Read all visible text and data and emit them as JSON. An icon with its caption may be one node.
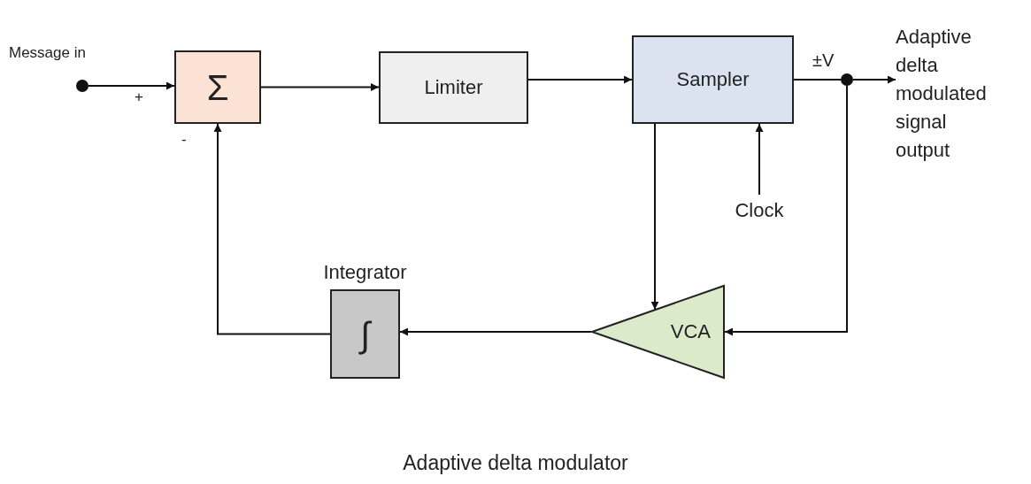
{
  "diagram": {
    "caption": "Adaptive delta modulator",
    "nodes": [
      {
        "text": [],
        "shape": "circle"
      },
      {
        "text": [
          "Σ"
        ]
      },
      {
        "text": [
          "Limiter"
        ]
      },
      {
        "text": [
          "Sampler"
        ]
      },
      {
        "text": [
          "Clock"
        ]
      },
      {
        "text": [],
        "shape": "circle"
      },
      {
        "text": [
          "Adaptive delta modulated signal output"
        ]
      },
      {
        "text": [
          "VCA"
        ]
      },
      {
        "text": [
          "Integrator",
          "∫"
        ]
      }
    ],
    "edges": [
      {
        "from": 0,
        "to": 1,
        "arrow": "to"
      },
      {
        "from": 1,
        "to": 2,
        "arrow": "to"
      },
      {
        "from": 2,
        "to": 3,
        "arrow": "to"
      },
      {
        "from": 4,
        "to": 3,
        "arrow": "to"
      },
      {
        "from": 3,
        "to": 5,
        "arrow": "none"
      },
      {
        "from": 5,
        "to": 6,
        "arrow": "to"
      },
      {
        "from": 5,
        "to": 7,
        "arrow": "to"
      },
      {
        "from": 3,
        "to": 7,
        "arrow": "to"
      },
      {
        "from": 7,
        "to": 8,
        "arrow": "to"
      },
      {
        "from": 8,
        "to": 1,
        "arrow": "to"
      }
    ],
    "labels": [
      "Message in",
      "+",
      "-",
      "±V"
    ]
  }
}
